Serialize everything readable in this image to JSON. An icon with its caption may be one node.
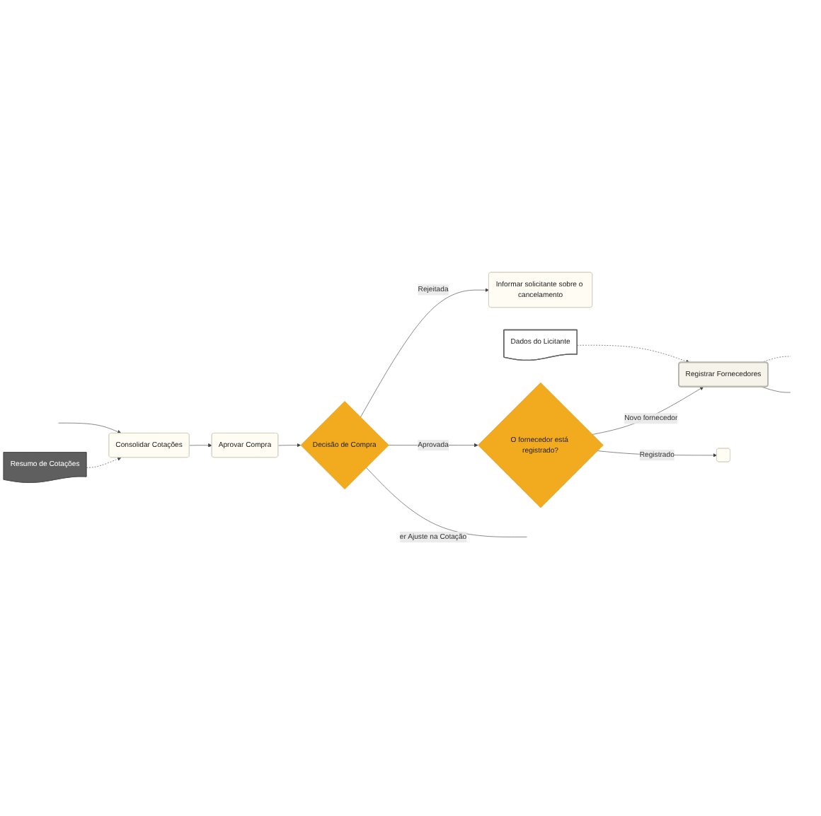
{
  "diagram": {
    "nodes": [
      {
        "text": [
          "Aprovar Compra"
        ]
      },
      {
        "text": [
          "Decisão de Compra"
        ]
      },
      {
        "text": [
          "Informar solicitante sobre o cancelamento"
        ]
      },
      {
        "text": [
          "Consolidar Cotações"
        ]
      },
      {
        "text": [
          "Resumo de Cotações"
        ]
      },
      {
        "text": [
          "Dados do Licitante"
        ]
      },
      {
        "text": [
          "Registrar Fornecedores"
        ]
      },
      {
        "text": [
          "O fornecedor está registrado?"
        ]
      },
      {
        "text": [],
        "shape": "box"
      }
    ],
    "edges": [
      {
        "from": 1,
        "to": null,
        "arrow": "none",
        "label": "er Ajuste na Cotação"
      },
      {
        "from": null,
        "to": 3,
        "arrow": "to"
      },
      {
        "from": 3,
        "to": 0,
        "arrow": "to"
      },
      {
        "from": 0,
        "to": 1,
        "arrow": "to"
      },
      {
        "from": 1,
        "to": 2,
        "arrow": "to",
        "label": "Rejeitada"
      },
      {
        "from": 4,
        "to": 3,
        "arrow": "to",
        "style": "dashed"
      },
      {
        "from": 1,
        "to": 7,
        "arrow": "to",
        "label": "Aprovada"
      },
      {
        "from": 5,
        "to": 6,
        "arrow": "to",
        "style": "dashed"
      },
      {
        "from": 6,
        "to": null,
        "arrow": "none",
        "style": "dashed"
      },
      {
        "from": 6,
        "to": null,
        "arrow": "none"
      },
      {
        "from": 7,
        "to": 6,
        "arrow": "to",
        "label": "Novo fornecedor"
      },
      {
        "from": 7,
        "to": 8,
        "arrow": "to",
        "label": "Registrado"
      }
    ]
  }
}
